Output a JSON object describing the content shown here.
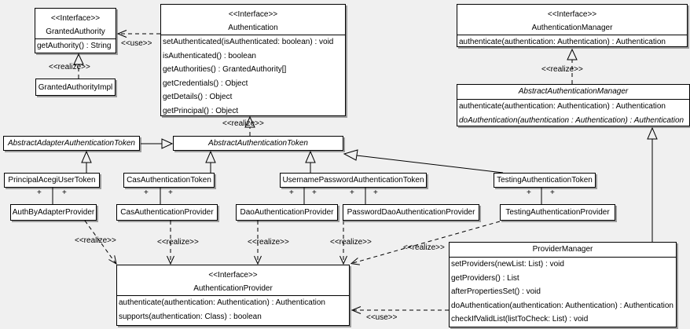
{
  "labels": {
    "interface_stereotype": "<<Interface>>",
    "use": "<<use>>",
    "realize": "<<realize>>",
    "plus": "+"
  },
  "classes": {
    "granted_authority": {
      "stereotype": "<<Interface>>",
      "name": "GrantedAuthority",
      "methods": [
        "getAuthority() : String"
      ]
    },
    "granted_authority_impl": {
      "name": "GrantedAuthorityImpl"
    },
    "authentication": {
      "stereotype": "<<Interface>>",
      "name": "Authentication",
      "methods": [
        "setAuthenticated(isAuthenticated: boolean) : void",
        "isAuthenticated() : boolean",
        "getAuthorities() : GrantedAuthority[]",
        "getCredentials() : Object",
        "getDetails() : Object",
        "getPrincipal() : Object"
      ]
    },
    "authentication_manager": {
      "stereotype": "<<Interface>>",
      "name": "AuthenticationManager",
      "methods": [
        "authenticate(authentication: Authentication) : Authentication"
      ]
    },
    "abstract_authentication_manager": {
      "name": "AbstractAuthenticationManager",
      "methods": [
        "authenticate(authentication: Authentication) : Authentication",
        "doAuthentication(authentication : Authentication) : Authentication"
      ]
    },
    "abstract_adapter_authentication_token": {
      "name": "AbstractAdapterAuthenticationToken"
    },
    "abstract_authentication_token": {
      "name": "AbstractAuthenticationToken"
    },
    "principal_acegi_user_token": {
      "name": "PrincipalAcegiUserToken"
    },
    "cas_authentication_token": {
      "name": "CasAuthenticationToken"
    },
    "username_password_authentication_token": {
      "name": "UsernamePasswordAuthenticationToken"
    },
    "testing_authentication_token": {
      "name": "TestingAuthenticationToken"
    },
    "auth_by_adapter_provider": {
      "name": "AuthByAdapterProvider"
    },
    "cas_authentication_provider": {
      "name": "CasAuthenticationProvider"
    },
    "dao_authentication_provider": {
      "name": "DaoAuthenticationProvider"
    },
    "password_dao_authentication_provider": {
      "name": "PasswordDaoAuthenticationProvider"
    },
    "testing_authentication_provider": {
      "name": "TestingAuthenticationProvider"
    },
    "authentication_provider": {
      "stereotype": "<<Interface>>",
      "name": "AuthenticationProvider",
      "methods": [
        "authenticate(authentication: Authentication) : Authentication",
        "supports(authentication: Class) : boolean"
      ]
    },
    "provider_manager": {
      "name": "ProviderManager",
      "methods": [
        "setProviders(newList: List) : void",
        "getProviders() : List",
        "afterPropertiesSet() : void",
        "doAuthentication(authentication: Authentication) : Authentication",
        "checkIfValidList(listToCheck: List) : void"
      ]
    }
  },
  "colors": {
    "background": "#f0f0f0",
    "box_fill": "#ffffff",
    "line": "#000000"
  }
}
